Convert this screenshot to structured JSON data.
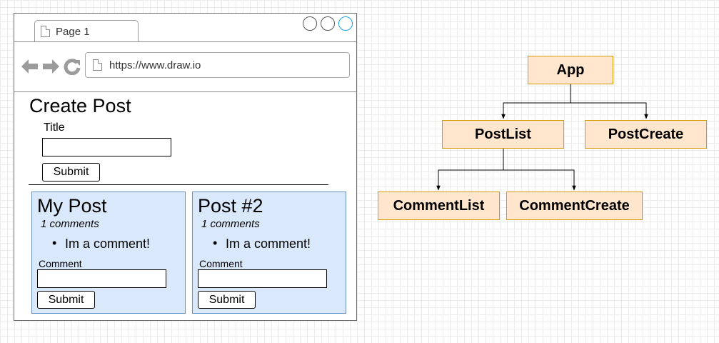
{
  "browser": {
    "tab_label": "Page 1",
    "url": "https://www.draw.io"
  },
  "create_post": {
    "heading": "Create Post",
    "title_label": "Title",
    "title_value": "",
    "submit_label": "Submit"
  },
  "posts": [
    {
      "title": "My Post",
      "comment_count": "1 comments",
      "comments": [
        "Im a comment!"
      ],
      "comment_label": "Comment",
      "comment_value": "",
      "submit_label": "Submit"
    },
    {
      "title": "Post #2",
      "comment_count": "1 comments",
      "comments": [
        "Im a comment!"
      ],
      "comment_label": "Comment",
      "comment_value": "",
      "submit_label": "Submit"
    }
  ],
  "tree": {
    "nodes": {
      "app": "App",
      "post_list": "PostList",
      "post_create": "PostCreate",
      "comment_list": "CommentList",
      "comment_create": "CommentCreate"
    },
    "edges": [
      [
        "app",
        "post_list"
      ],
      [
        "app",
        "post_create"
      ],
      [
        "post_list",
        "comment_list"
      ],
      [
        "post_list",
        "comment_create"
      ]
    ]
  },
  "colors": {
    "node_fill": "#ffe6cc",
    "node_border": "#d79b00",
    "card_fill": "#dae8fc",
    "card_border": "#6c8ebf",
    "active_circle": "#1ba1e2"
  },
  "icons": [
    "file-icon",
    "back-arrow-icon",
    "forward-arrow-icon",
    "refresh-icon"
  ]
}
